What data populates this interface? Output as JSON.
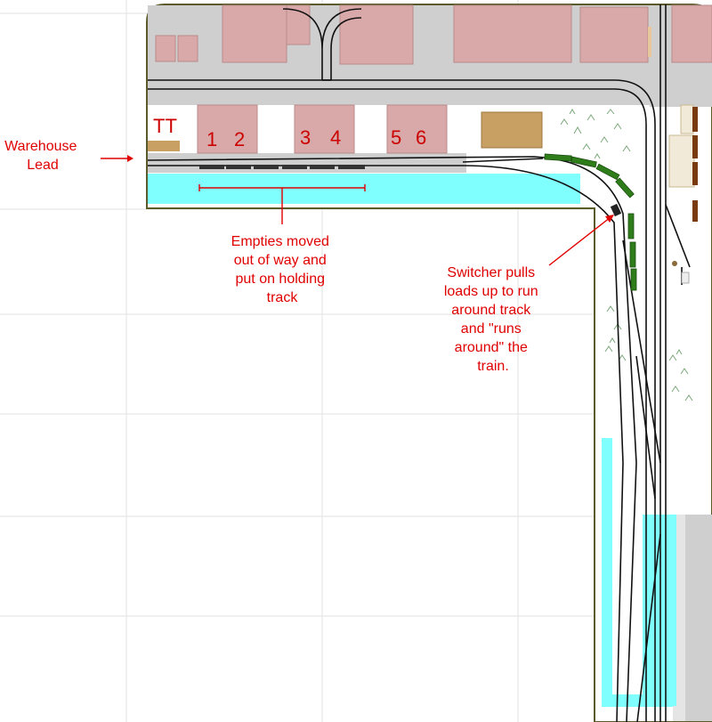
{
  "labels": {
    "warehouse_lead_line1": "Warehouse",
    "warehouse_lead_line2": "Lead",
    "turntable": "TT",
    "industry_1": "1",
    "industry_2": "2",
    "industry_3": "3",
    "industry_4": "4",
    "industry_5": "5",
    "industry_6": "6",
    "empties_note": [
      "Empties moved",
      "out of way and",
      "put on holding",
      "track"
    ],
    "switcher_note": [
      "Switcher pulls",
      "loads up to run",
      "around track",
      "and \"runs",
      "around\" the",
      "train."
    ]
  },
  "colors": {
    "water": "#80ffff",
    "building": "#d9a9a9",
    "pavement": "#cfcfcf",
    "loading_dock": "#c8a064",
    "board_border": "#5a5a2a",
    "annotation": "#e00000",
    "green_cars": "#2e7d1a",
    "dark_cars": "#333333"
  }
}
